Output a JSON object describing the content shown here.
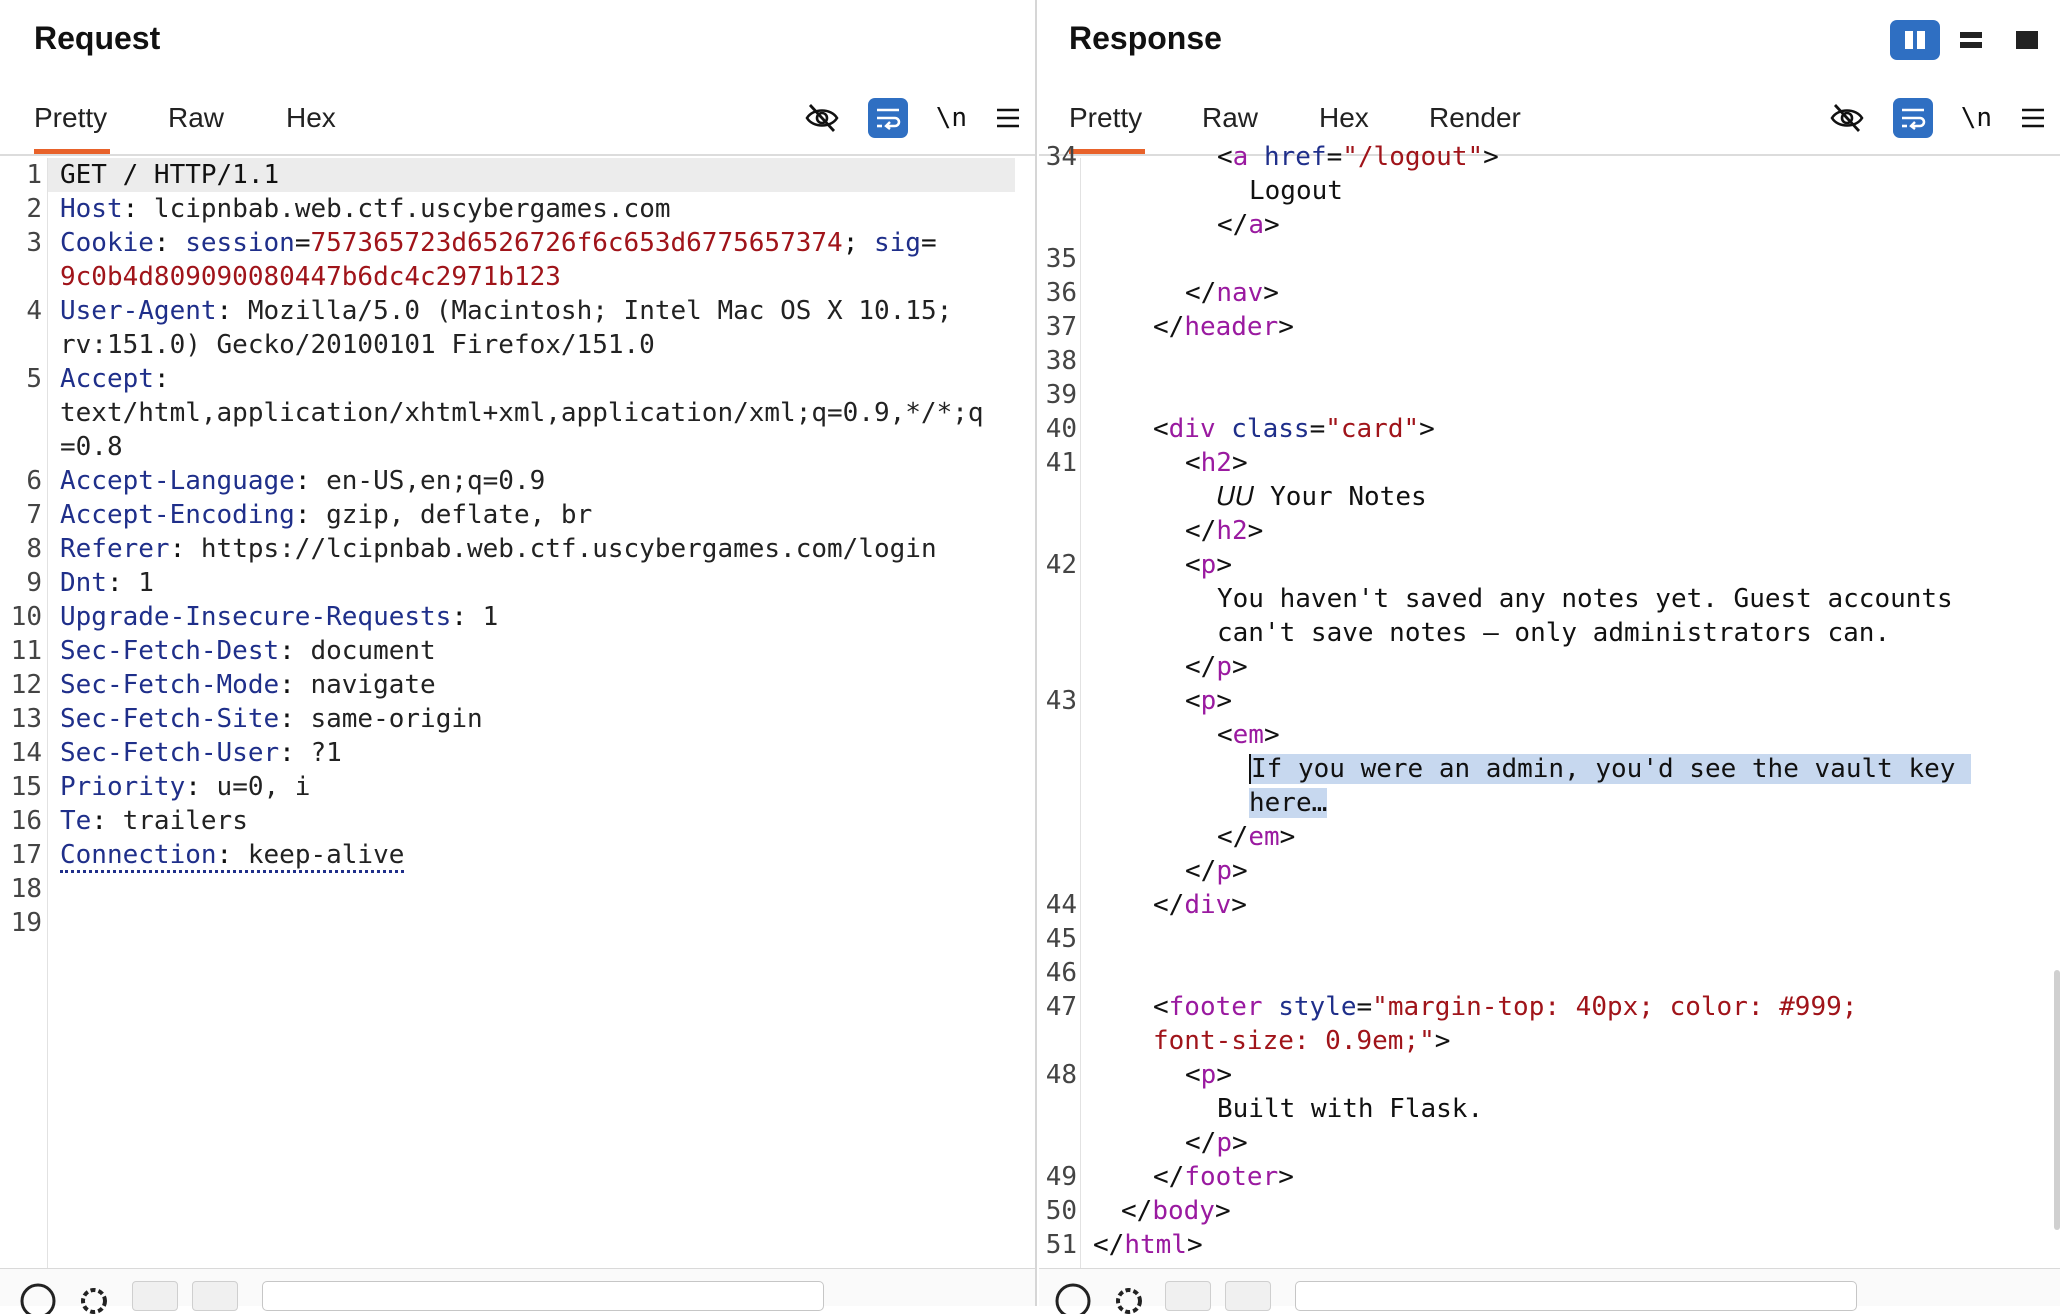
{
  "request": {
    "title": "Request",
    "tabs": [
      {
        "label": "Pretty",
        "active": true
      },
      {
        "label": "Raw",
        "active": false
      },
      {
        "label": "Hex",
        "active": false
      }
    ],
    "tools": {
      "newline_label": "\\n"
    },
    "line_numbers": [
      "1",
      "2",
      "3",
      "4",
      "5",
      "6",
      "7",
      "8",
      "9",
      "10",
      "11",
      "12",
      "13",
      "14",
      "15",
      "16",
      "17",
      "18",
      "19"
    ],
    "lines": {
      "l1": "GET / HTTP/1.1",
      "l2_key": "Host",
      "l2_val": " lcipnbab.web.ctf.uscybergames.com",
      "l3_key": "Cookie",
      "l3_c1k": "session",
      "l3_c1v": "757365723d6526726f6c653d6775657374",
      "l3_c2k": "sig",
      "l3b": "9c0b4d809090080447b6dc4c2971b123",
      "l4_key": "User-Agent",
      "l4_val": " Mozilla/5.0 (Macintosh; Intel Mac OS X 10.15;",
      "l4b": "rv:151.0) Gecko/20100101 Firefox/151.0",
      "l5_key": "Accept",
      "l5b": "text/html,application/xhtml+xml,application/xml;q=0.9,*/*;q",
      "l5c": "=0.8",
      "l6_key": "Accept-Language",
      "l6_val": " en-US,en;q=0.9",
      "l7_key": "Accept-Encoding",
      "l7_val": " gzip, deflate, br",
      "l8_key": "Referer",
      "l8_val": " https://lcipnbab.web.ctf.uscybergames.com/login",
      "l9_key": "Dnt",
      "l9_val": " 1",
      "l10_key": "Upgrade-Insecure-Requests",
      "l10_val": " 1",
      "l11_key": "Sec-Fetch-Dest",
      "l11_val": " document",
      "l12_key": "Sec-Fetch-Mode",
      "l12_val": " navigate",
      "l13_key": "Sec-Fetch-Site",
      "l13_val": " same-origin",
      "l14_key": "Sec-Fetch-User",
      "l14_val": " ?1",
      "l15_key": "Priority",
      "l15_val": " u=0, i",
      "l16_key": "Te",
      "l16_val": " trailers",
      "l17_key": "Connection",
      "l17_val": " keep-alive"
    }
  },
  "response": {
    "title": "Response",
    "tabs": [
      {
        "label": "Pretty",
        "active": true
      },
      {
        "label": "Raw",
        "active": false
      },
      {
        "label": "Hex",
        "active": false
      },
      {
        "label": "Render",
        "active": false
      }
    ],
    "tools": {
      "newline_label": "\\n"
    },
    "line_numbers": {
      "n34": "34",
      "n35": "35",
      "n36": "36",
      "n37": "37",
      "n38": "38",
      "n39": "39",
      "n40": "40",
      "n41": "41",
      "n42": "42",
      "n43": "43",
      "n44": "44",
      "n45": "45",
      "n46": "46",
      "n47": "47",
      "n48": "48",
      "n49": "49",
      "n50": "50",
      "n51": "51"
    },
    "code": {
      "a_href_attr": "href",
      "a_href_val": "\"/logout\"",
      "logout_text": "Logout",
      "tag_a": "a",
      "tag_nav": "nav",
      "tag_header": "header",
      "tag_div": "div",
      "class_attr": "class",
      "class_val": "\"card\"",
      "tag_h2": "h2",
      "notes_text": "𝑈𝑈 Your Notes",
      "tag_p": "p",
      "p1_line1": "You haven't saved any notes yet. Guest accounts",
      "p1_line2": "can't save notes — only administrators can.",
      "tag_em": "em",
      "em_line1": "If you were an admin, you'd see the vault key",
      "em_line2": "here…",
      "tag_footer": "footer",
      "style_attr": "style",
      "style_val1": "\"margin-top: 40px; color: #999;",
      "style_val2": "font-size: 0.9em;\"",
      "built_text": "Built with Flask.",
      "tag_body": "body",
      "tag_html": "html"
    }
  },
  "colors": {
    "accent_blue": "#2f6fc2",
    "tab_underline": "#e8622a",
    "tag_purple": "#9a1aa0",
    "value_red": "#a0141a",
    "key_navy": "#1f2f8a",
    "selection": "#c7d8ef"
  },
  "icons": {
    "hide": "eye-slash-icon",
    "wrap": "text-wrap-icon",
    "menu": "hamburger-menu-icon",
    "layout_split": "split-columns-icon",
    "layout_rows": "split-rows-icon",
    "layout_single": "single-pane-icon"
  }
}
